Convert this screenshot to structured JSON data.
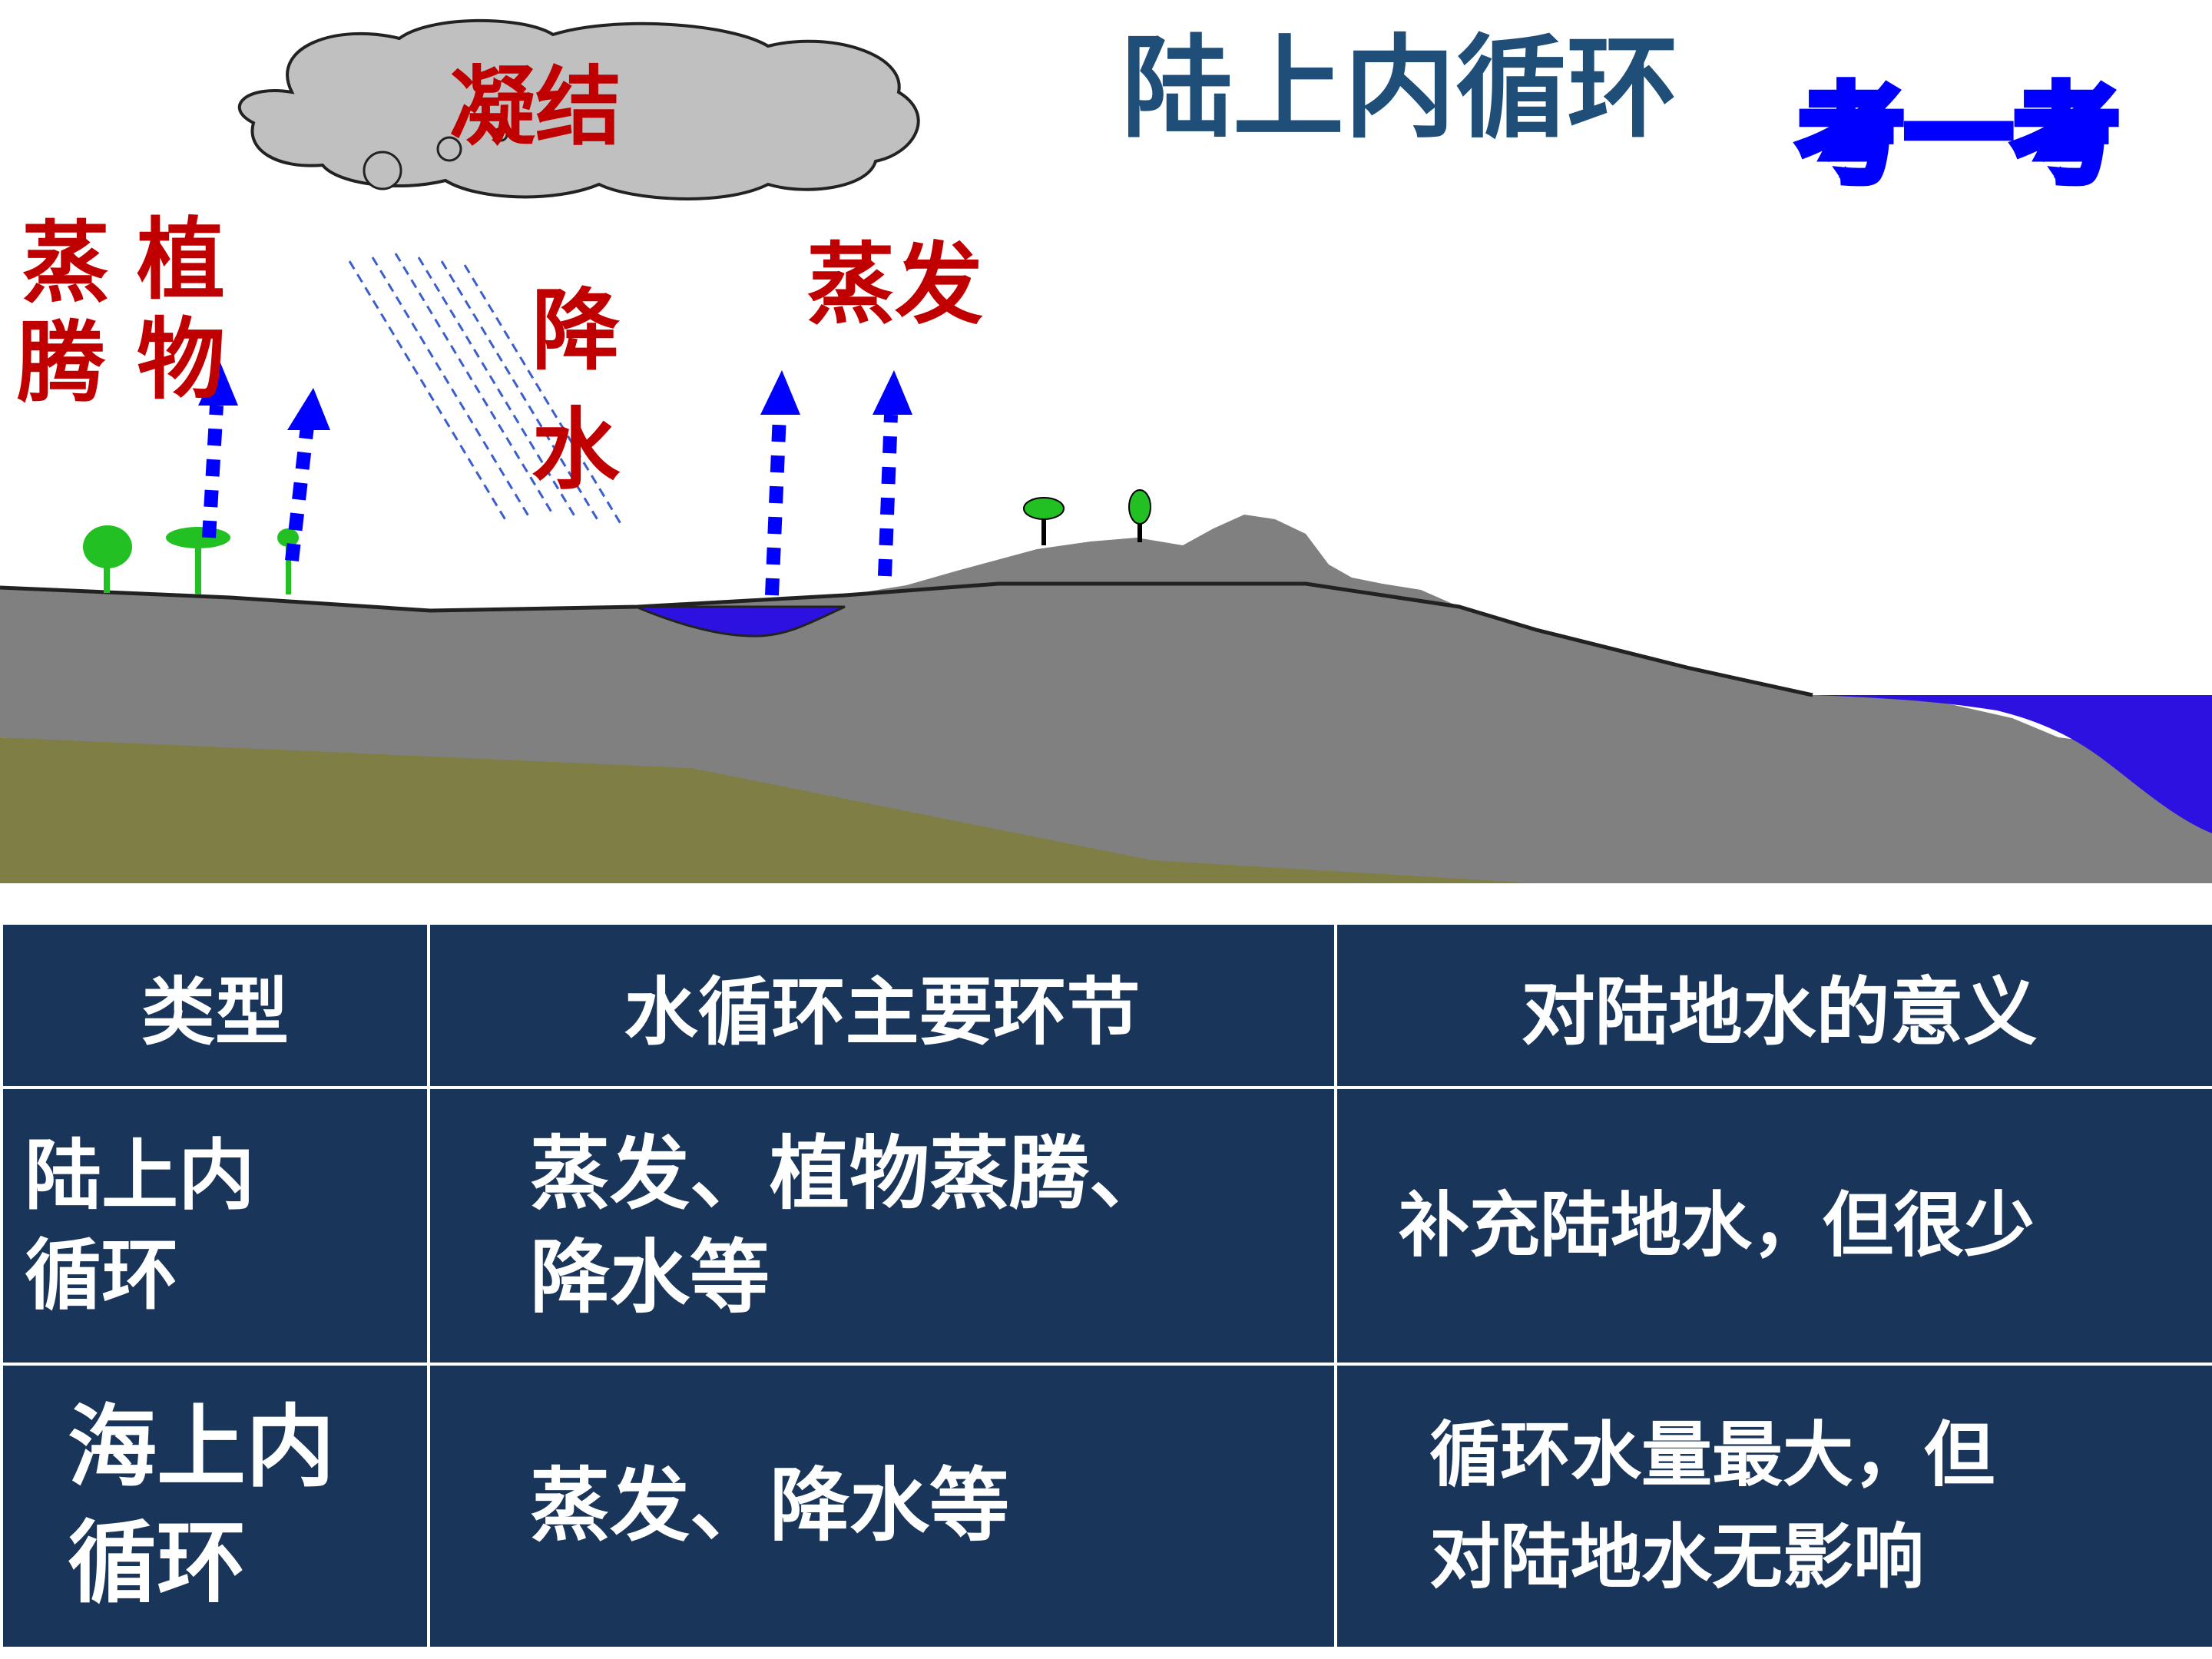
{
  "title": "陆上内循环",
  "badge": "考一考",
  "labels": {
    "condensation": "凝结",
    "transpiration_1": "蒸",
    "transpiration_2": "腾",
    "plant_1": "植",
    "plant_2": "物",
    "precipitation_1": "降",
    "precipitation_2": "水",
    "evaporation": "蒸发"
  },
  "colors": {
    "title": "#1f4e79",
    "badge": "#0000ff",
    "label": "#c00000",
    "arrow": "#0000ff",
    "rain": "#3a5fcd",
    "cloud": "#c0c0c0",
    "land": "#808080",
    "soil": "#7f7f45",
    "water": "#2d11e0",
    "tree": "#22c022",
    "table_bg": "#1a355a",
    "table_header_accent": "#ffff00"
  },
  "table": {
    "header": [
      "类型",
      "水循环主要环节",
      "对陆地水的意义"
    ],
    "rows": [
      {
        "type": [
          "陆上内",
          "循环"
        ],
        "links": [
          "蒸发、植物蒸腾、",
          "降水等"
        ],
        "meaning": [
          "补充陆地水，但很少"
        ]
      },
      {
        "type": [
          "海上内",
          "循环"
        ],
        "links": [
          "蒸发、降水等"
        ],
        "meaning": [
          "循环水量最大，但",
          "对陆地水无影响"
        ]
      }
    ]
  }
}
